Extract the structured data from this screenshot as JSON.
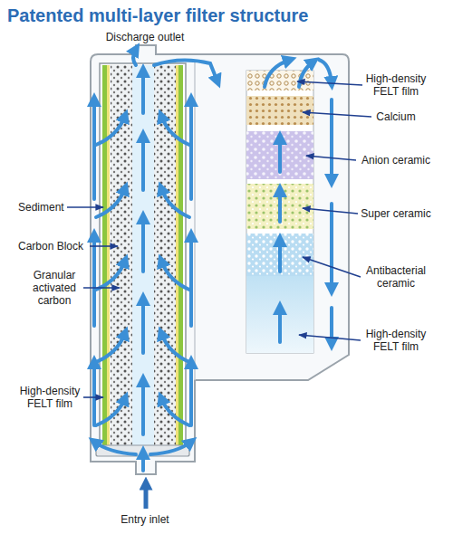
{
  "diagram": {
    "title": "Patented multi-layer filter structure",
    "labels": [
      "Discharge outlet",
      "Sediment",
      "Carbon Block",
      "Granular activated carbon",
      "High-density FELT film",
      "High-density FELT film",
      "Calcium",
      "Anion ceramic",
      "Super ceramic",
      "Antibacterial ceramic",
      "High-density FELT film",
      "Entry inlet"
    ]
  }
}
